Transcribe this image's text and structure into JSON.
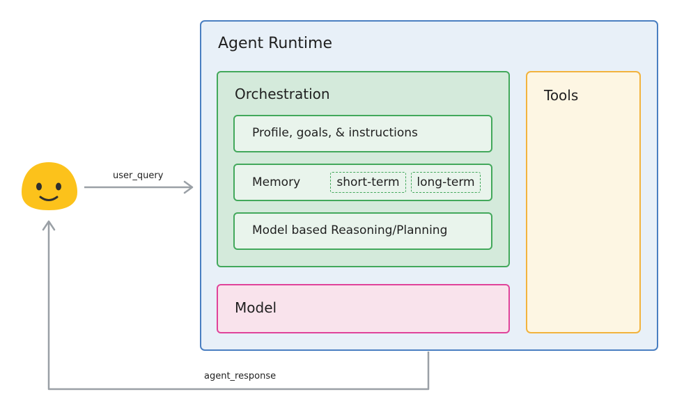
{
  "runtime": {
    "title": "Agent Runtime"
  },
  "orchestration": {
    "title": "Orchestration",
    "profile_label": "Profile, goals, & instructions",
    "memory_label": "Memory",
    "memory_tags": [
      "short-term",
      "long-term"
    ],
    "reasoning_label": "Model based Reasoning/Planning"
  },
  "tools": {
    "title": "Tools"
  },
  "model": {
    "title": "Model"
  },
  "edges": {
    "user_query": "user_query",
    "agent_response": "agent_response"
  },
  "icons": {
    "user": "smiley-face-icon"
  },
  "colors": {
    "runtime_border": "#4a7fc1",
    "orchestration_border": "#42a85b",
    "tools_border": "#f2b33d",
    "model_border": "#e0439a",
    "arrow": "#9aa0a6",
    "face": "#fcc21b"
  }
}
